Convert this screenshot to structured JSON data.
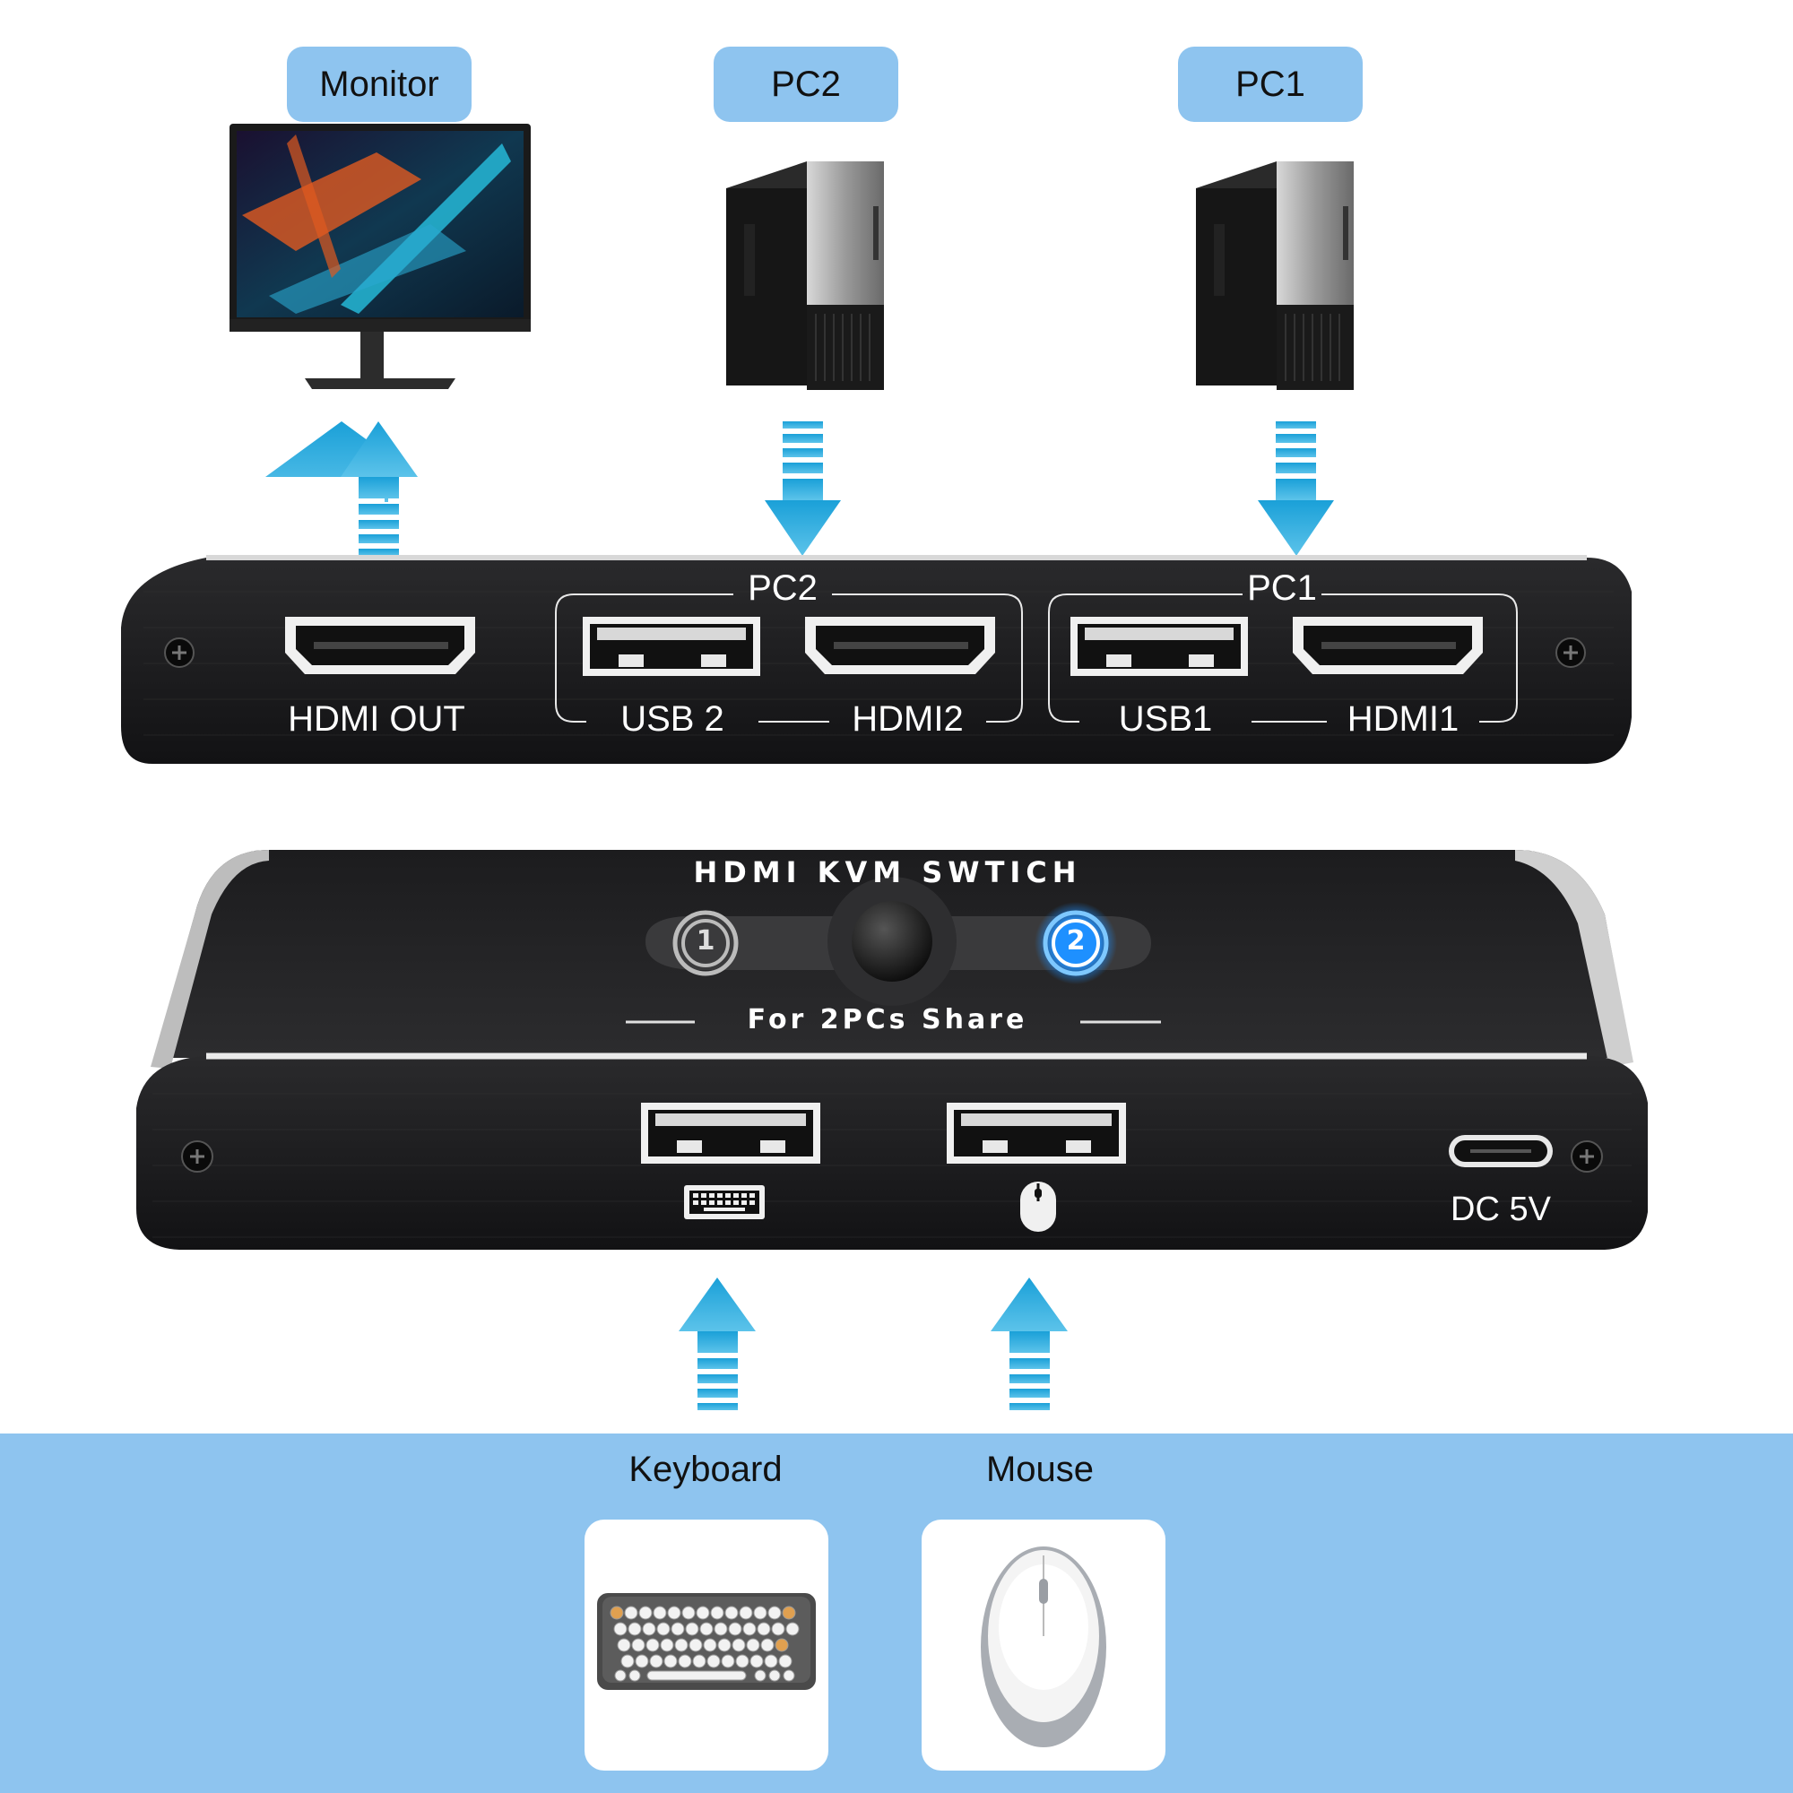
{
  "labels": {
    "monitor": "Monitor",
    "pc2": "PC2",
    "pc1": "PC1",
    "keyboard": "Keyboard",
    "mouse": "Mouse"
  },
  "back_panel": {
    "hdmi_out": "HDMI OUT",
    "group_pc2": "PC2",
    "group_pc1": "PC1",
    "usb2": "USB 2",
    "hdmi2": "HDMI2",
    "usb1": "USB1",
    "hdmi1": "HDMI1"
  },
  "front_panel": {
    "title": "HDMI KVM SWTICH",
    "subtitle": "For 2PCs Share",
    "port1_number": "1",
    "port2_number": "2",
    "dc_label": "DC 5V"
  },
  "colors": {
    "accent_blue": "#8ec4ef",
    "arrow_blue": "#1aa0d8",
    "device_black": "#1c1c1e",
    "active_led": "#1e90ff"
  },
  "icons": [
    "monitor-icon",
    "pc-tower-icon",
    "hdmi-port-icon",
    "usb-port-icon",
    "keyboard-icon",
    "mouse-icon",
    "usb-c-port-icon",
    "screw-icon",
    "arrow-up-icon",
    "arrow-down-icon"
  ]
}
